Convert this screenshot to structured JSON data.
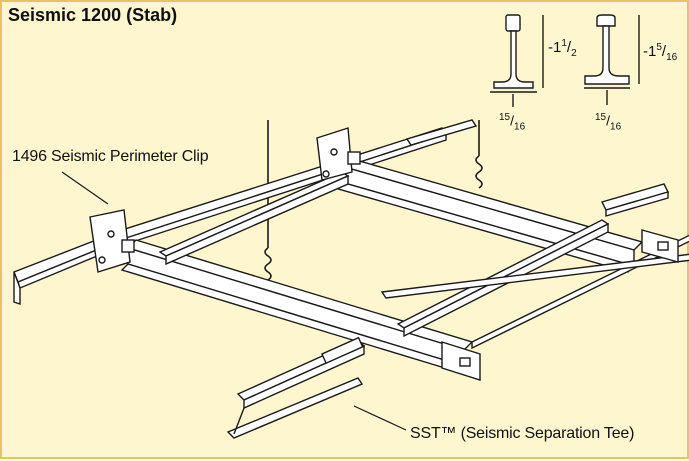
{
  "title": "Seismic 1200 (Stab)",
  "callouts": {
    "perimeter_clip": "1496 Seismic Perimeter Clip",
    "separation_tee": "SST™ (Seismic Separation Tee)"
  },
  "profiles": [
    {
      "height_whole": "1",
      "height_num": "1",
      "height_den": "2",
      "flange_num": "15",
      "flange_den": "16"
    },
    {
      "height_whole": "1",
      "height_num": "5",
      "height_den": "16",
      "flange_num": "15",
      "flange_den": "16"
    }
  ],
  "colors": {
    "background": "#fdf6cf",
    "border": "#e8c45a",
    "linework": "#1a1a1a",
    "metal": "#ffffff"
  }
}
